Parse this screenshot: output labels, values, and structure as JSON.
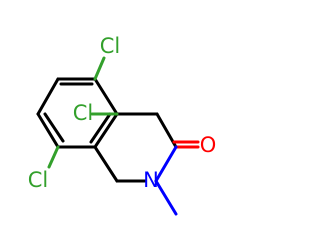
{
  "molecule": {
    "atoms": {
      "cl_top": {
        "label": "Cl",
        "color": "#33a02c"
      },
      "cl_mid": {
        "label": "Cl",
        "color": "#33a02c"
      },
      "cl_bottom": {
        "label": "Cl",
        "color": "#33a02c"
      },
      "oxygen": {
        "label": "O",
        "color": "#ff0000"
      },
      "nitrogen": {
        "label": "N",
        "color": "#0000ff"
      }
    },
    "bond_color": "#000000"
  }
}
